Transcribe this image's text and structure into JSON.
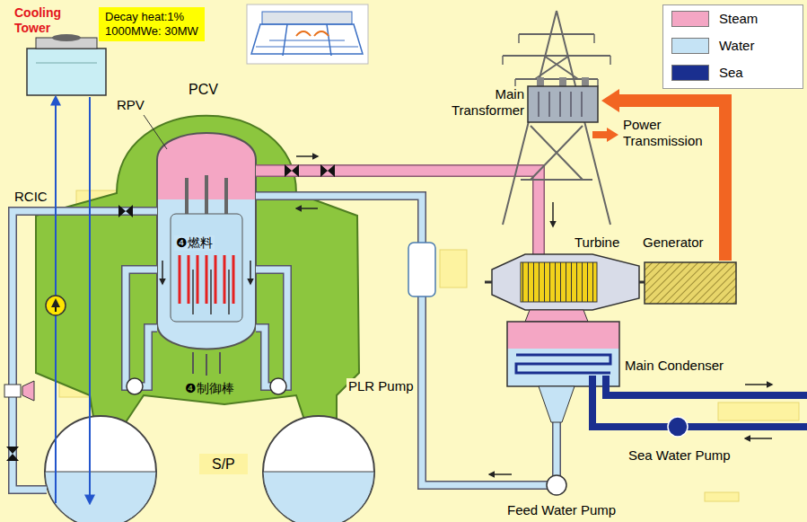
{
  "diagram": {
    "nodes": [
      {
        "text": [
          "Cooling Tower"
        ]
      },
      {
        "text": [
          "Decay heat:1%",
          "1000MWe: 30MW"
        ]
      },
      {
        "text": [
          "PCV"
        ]
      },
      {
        "text": [
          "RPV"
        ],
        "in": 2
      },
      {
        "text": [
          "Main Transformer"
        ]
      },
      {
        "text": [
          "Turbine"
        ]
      },
      {
        "text": [
          "Generator"
        ]
      },
      {
        "text": [
          "Main Condenser"
        ]
      }
    ],
    "labels": [
      "RCIC",
      "❹燃料",
      "❹制御棒",
      "PLR Pump",
      "S/P",
      "Sea Water Pump",
      "Feed Water Pump",
      "Power Transmission"
    ],
    "legend": [
      {
        "text": "Steam",
        "color": "#f4a6c4"
      },
      {
        "text": "Water",
        "color": "#c5e3f5"
      },
      {
        "text": "Sea",
        "color": "#1a2f8f"
      }
    ]
  }
}
